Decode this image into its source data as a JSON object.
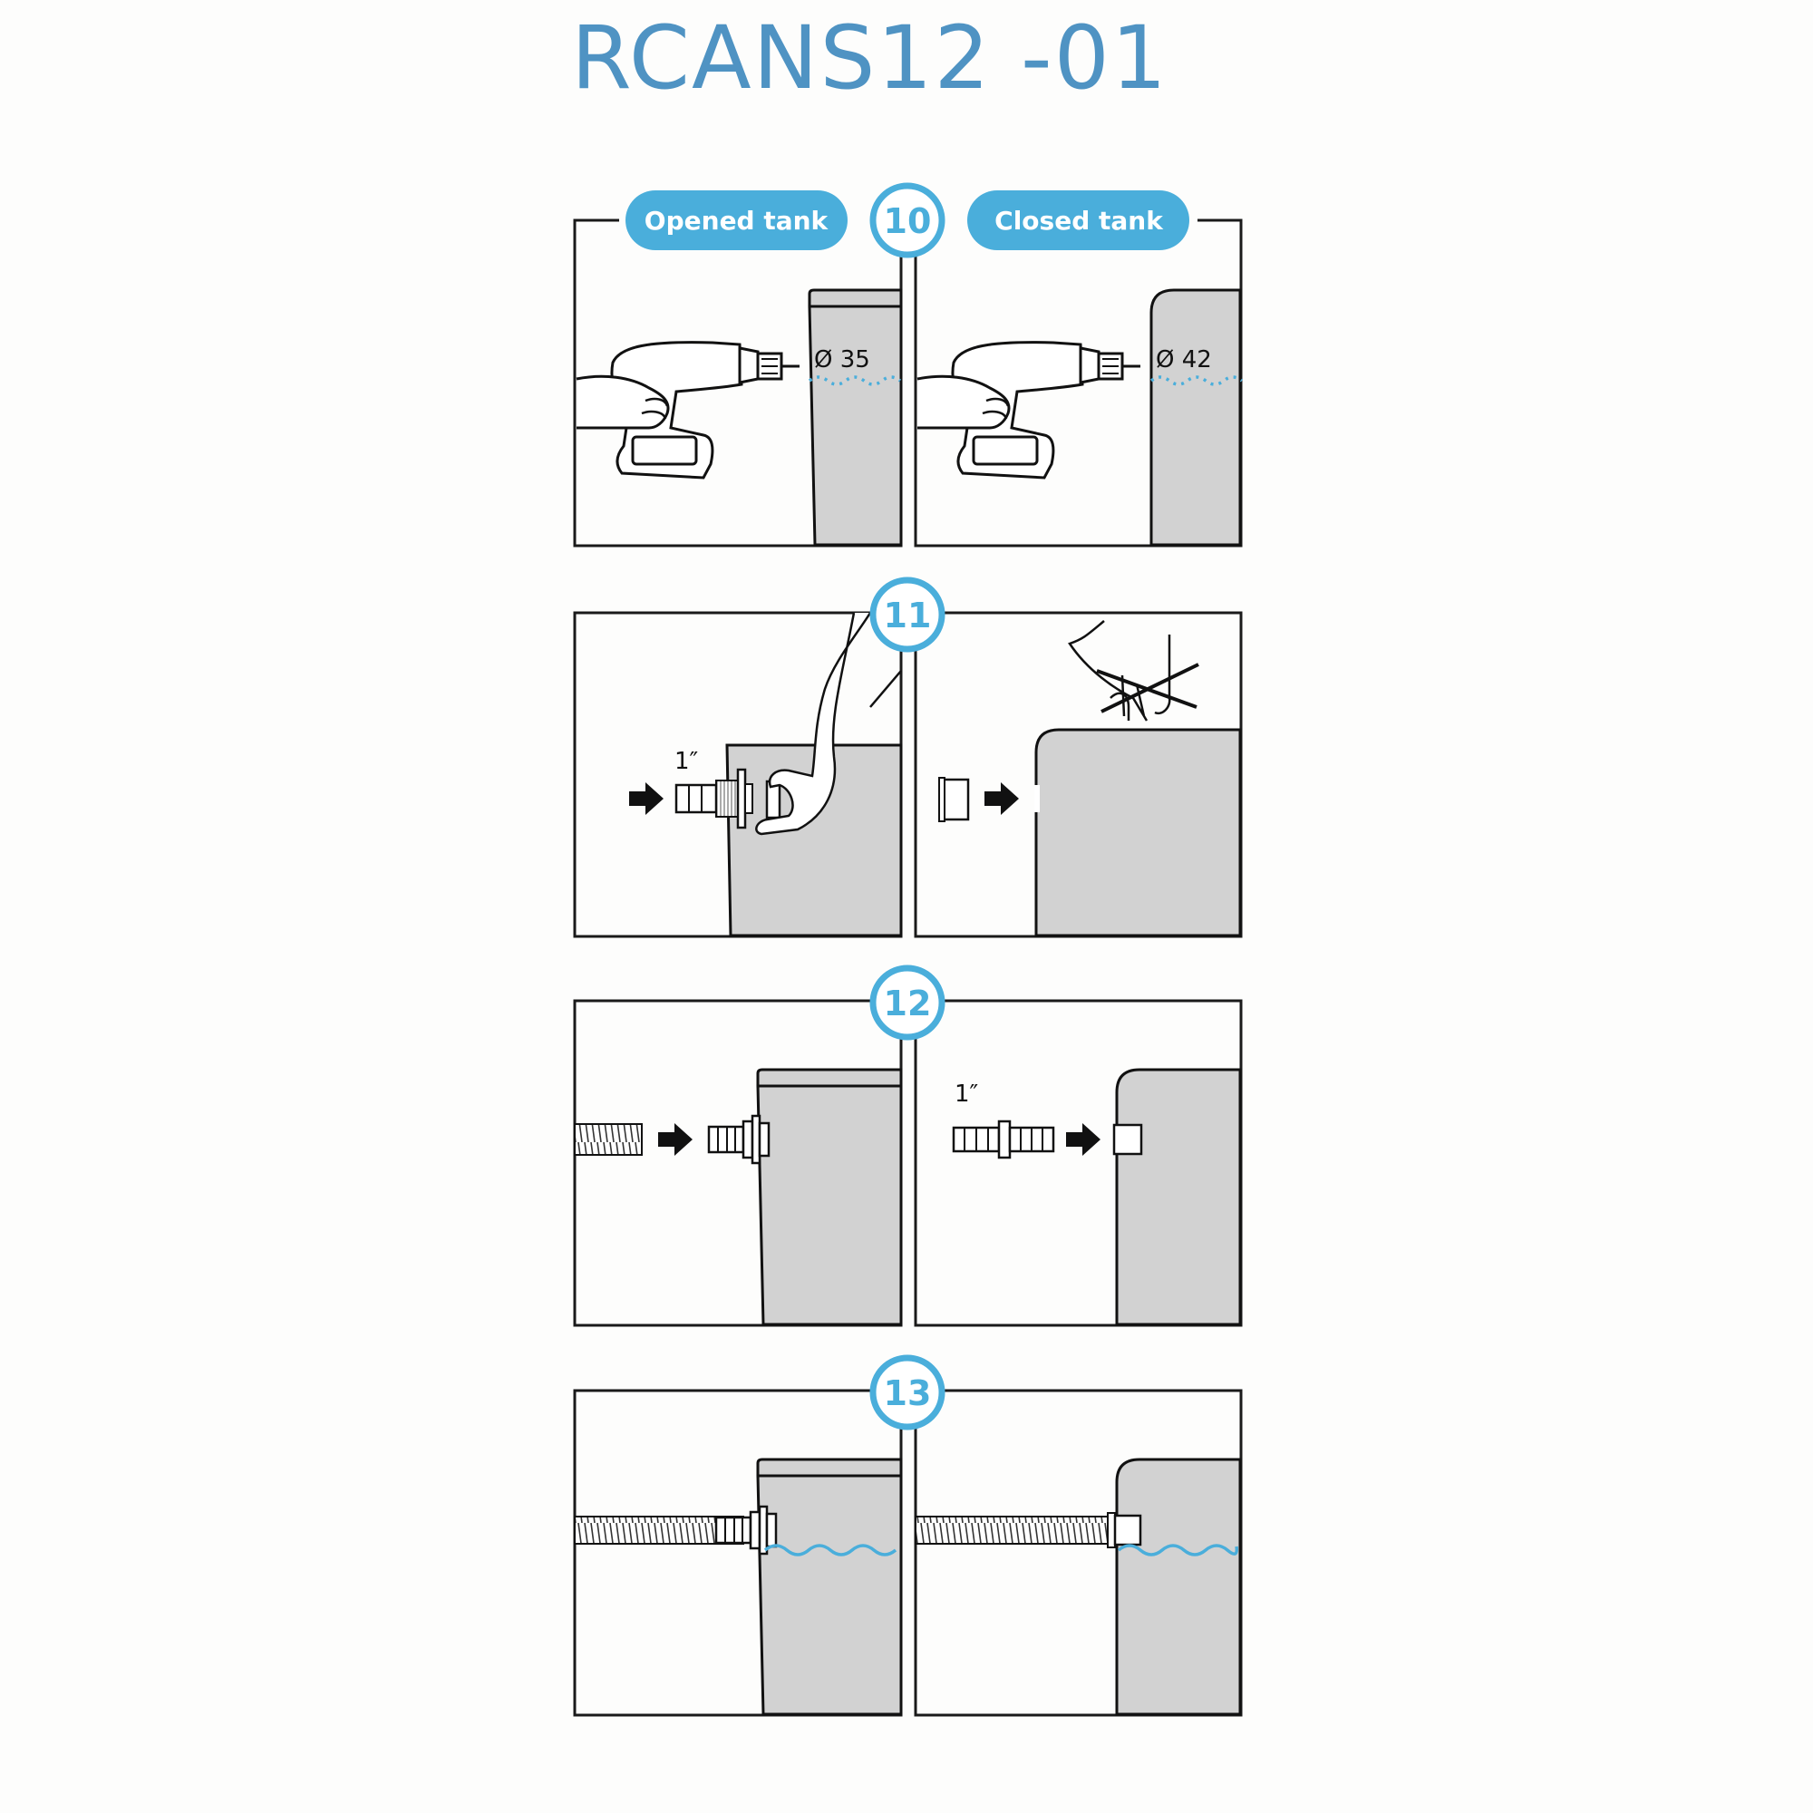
{
  "title": "RCANS12 -01",
  "colors": {
    "accent": "#4aaedb",
    "title": "#4f93c3",
    "tank": "#d2d2d2",
    "water": "#4aaedb"
  },
  "labels": {
    "opened_tank": "Opened tank",
    "closed_tank": "Closed tank"
  },
  "steps": [
    {
      "number": "10",
      "left": {
        "label": "Ø 35"
      },
      "right": {
        "label": "Ø 42"
      }
    },
    {
      "number": "11",
      "left": {
        "label": "1″"
      },
      "right": {
        "crossed_out": true
      }
    },
    {
      "number": "12",
      "right": {
        "label": "1″"
      }
    },
    {
      "number": "13"
    }
  ],
  "icons": [
    "drill-icon",
    "hand-icon",
    "arrow-right-icon",
    "cross-icon",
    "hose-icon",
    "fitting-icon"
  ]
}
